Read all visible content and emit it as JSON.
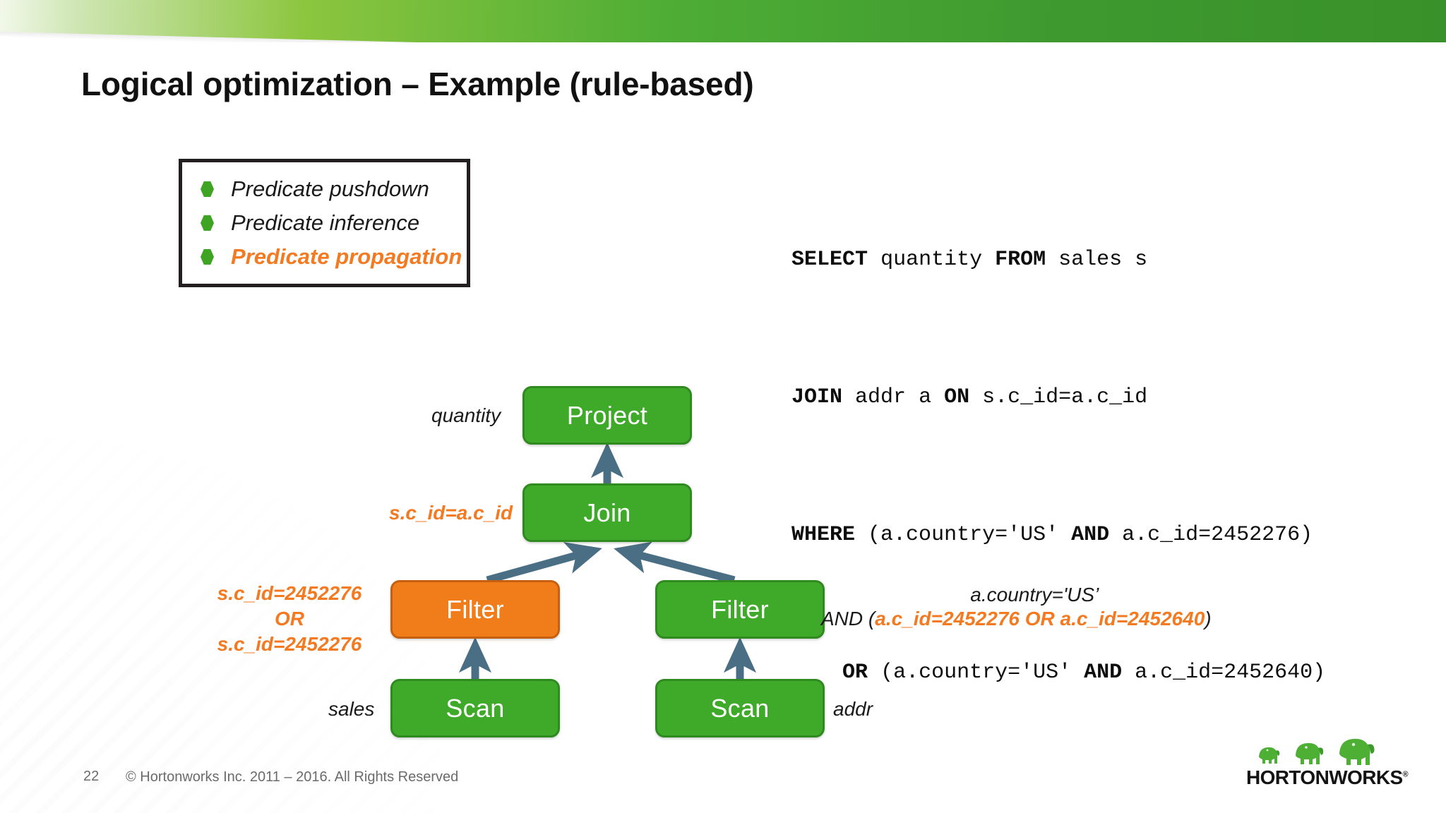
{
  "slide": {
    "title": "Logical optimization – Example (rule-based)",
    "page_number": "22",
    "copyright": "© Hortonworks Inc. 2011 – 2016. All Rights Reserved"
  },
  "colors": {
    "banner_green_light": "#8CC63F",
    "banner_green_dark": "#389029",
    "node_green": "#3FAA2A",
    "node_green_border": "#2F8A20",
    "node_orange": "#F07D1A",
    "node_orange_border": "#C75F10",
    "accent_orange_text": "#F37A21",
    "arrow_steel_blue": "#4A6F84",
    "bullet_green": "#3FA424",
    "title_black": "#111111",
    "footer_gray": "#6B6B6B"
  },
  "bullets": {
    "items": [
      {
        "label": "Predicate pushdown",
        "highlighted": false
      },
      {
        "label": "Predicate inference",
        "highlighted": false
      },
      {
        "label": "Predicate propagation",
        "highlighted": true
      }
    ]
  },
  "sql": {
    "lines": [
      [
        {
          "t": "SELECT",
          "bold": true
        },
        {
          "t": " quantity ",
          "bold": false
        },
        {
          "t": "FROM",
          "bold": true
        },
        {
          "t": " sales s",
          "bold": false
        }
      ],
      [
        {
          "t": "JOIN",
          "bold": true
        },
        {
          "t": " addr a ",
          "bold": false
        },
        {
          "t": "ON",
          "bold": true
        },
        {
          "t": " s.c_id=a.c_id",
          "bold": false
        }
      ],
      [
        {
          "t": "WHERE",
          "bold": true
        },
        {
          "t": " (a.country='US' ",
          "bold": false
        },
        {
          "t": "AND",
          "bold": true
        },
        {
          "t": " a.c_id=2452276)",
          "bold": false
        }
      ],
      [
        {
          "t": "    OR",
          "bold": true
        },
        {
          "t": " (a.country='US' ",
          "bold": false
        },
        {
          "t": "AND",
          "bold": true
        },
        {
          "t": " a.c_id=2452640)",
          "bold": false
        }
      ]
    ],
    "plain_text": "SELECT quantity FROM sales s\nJOIN addr a ON s.c_id=a.c_id\nWHERE (a.country='US' AND a.c_id=2452276)\n    OR (a.country='US' AND a.c_id=2452640)"
  },
  "tree": {
    "nodes": {
      "project": "Project",
      "join": "Join",
      "filter_left": "Filter",
      "filter_right": "Filter",
      "scan_left": "Scan",
      "scan_right": "Scan"
    },
    "annotations": {
      "project_label": "quantity",
      "join_condition": "s.c_id=a.c_id",
      "filter_left_line1": "s.c_id=2452276 OR",
      "filter_left_line2": "s.c_id=2452276",
      "filter_right_line1": "a.country='US’",
      "filter_right_prefix": "AND (",
      "filter_right_orange": "a.c_id=2452276 OR a.c_id=2452640",
      "filter_right_suffix": ")",
      "scan_left_label": "sales",
      "scan_right_label": "addr"
    }
  },
  "logo": {
    "wordmark": "HORTONWORKS",
    "trademark": "®"
  }
}
